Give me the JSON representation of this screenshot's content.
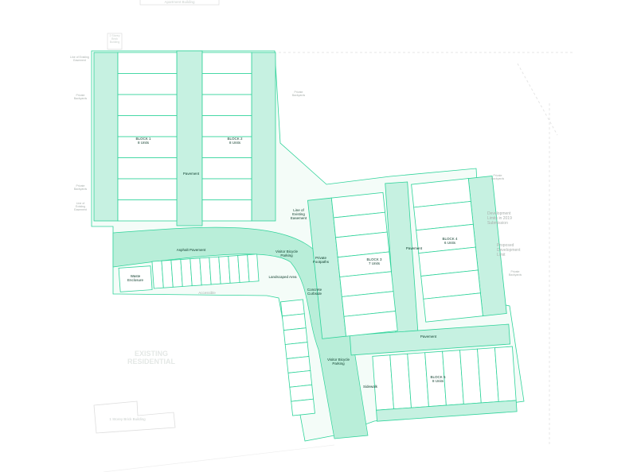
{
  "colors": {
    "line": "#2fd39a",
    "fill": "#c6f1e1",
    "road": "#b5ecd8",
    "text": "#0b3b2a"
  },
  "context": {
    "apartment_building": "Apartment Building",
    "brick_building_2": "2 Storey\nBrick\nBuilding",
    "brick_building_1": "1 Storey Brick Building",
    "existing_residential": "EXISTING\nRESIDENTIAL"
  },
  "blocks": [
    {
      "name": "BLOCK 1",
      "units": "8 Units"
    },
    {
      "name": "BLOCK 2",
      "units": "8 Units"
    },
    {
      "name": "BLOCK 3",
      "units": "7 Units"
    },
    {
      "name": "BLOCK 4",
      "units": "6 Units"
    },
    {
      "name": "BLOCK 5",
      "units": "8 Units"
    }
  ],
  "labels": {
    "easement_left_top": "Line of Existing\nEasement",
    "backyards_left": "Private\nBackyards",
    "backyards_left2": "Private\nBackyards",
    "easement_left_bottom": "Line of\nExisting\nEasement",
    "backyards_right_top": "Private\nBackyards",
    "pavement_top": "Pavement",
    "easement_mid": "Line of\nExisting\nEasement",
    "asphalt": "Asphalt Pavement",
    "visitor_bike_1": "Visitor Bicycle\nParking",
    "waste": "Waste\nEnclosure",
    "landscaped": "Landscaped Area",
    "accessible": "Accessible",
    "footpaths": "Private\nFootpaths",
    "curbside": "Concrete\nCurbside",
    "pavement_mid": "Pavement",
    "backyards_b4_top": "Private\nBackyards",
    "dev_limits_2019": "Development\nLimits in 2019\nSubmission",
    "proposed_limit": "Proposed\nDevelopment\nLimit",
    "backyards_b4_bottom": "Private\nBackyards",
    "pavement_bottom": "Pavement",
    "visitor_bike_2": "Visitor Bicycle\nParking",
    "sidewalk": "Sidewalk"
  }
}
